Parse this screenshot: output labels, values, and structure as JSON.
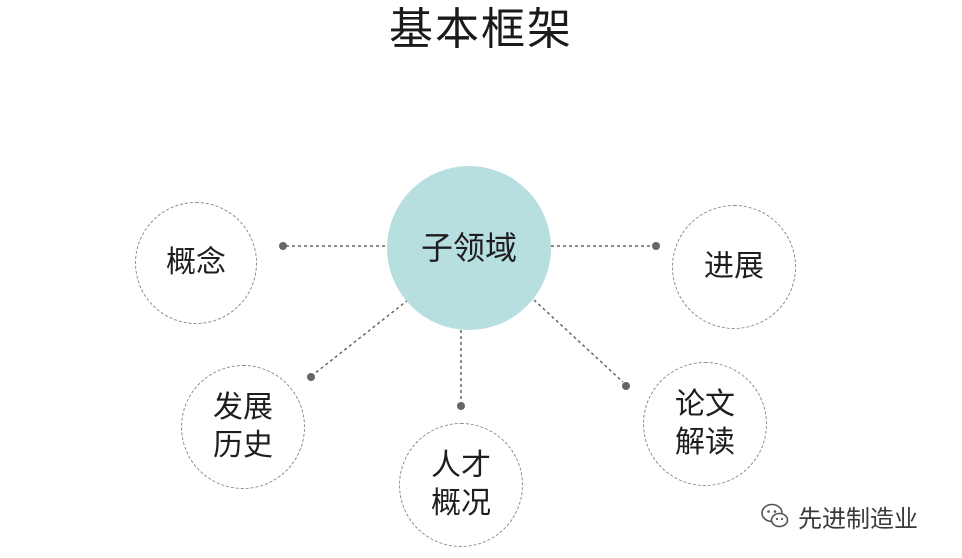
{
  "title": "基本框架",
  "colors": {
    "center_fill": "#b7dfe0",
    "connector": "#666666",
    "node_border": "#8a8a8a",
    "background": "#ffffff"
  },
  "center": {
    "label": "子领域"
  },
  "nodes": [
    {
      "id": "concept",
      "lines": [
        "概念"
      ]
    },
    {
      "id": "progress",
      "lines": [
        "进展"
      ]
    },
    {
      "id": "history",
      "lines": [
        "发展",
        "历史"
      ]
    },
    {
      "id": "talent",
      "lines": [
        "人才",
        "概况"
      ]
    },
    {
      "id": "papers",
      "lines": [
        "论文",
        "解读"
      ]
    }
  ],
  "watermark": {
    "text": "先进制造业",
    "icon": "wechat-icon"
  }
}
